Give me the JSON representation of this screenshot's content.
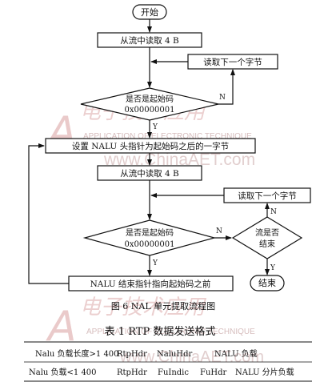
{
  "flowchart": {
    "start": "开始",
    "read4b_1": "从流中读取 4 B",
    "read_next_1": "读取下一个字节",
    "decision1_line1": "是否是起始码",
    "decision1_line2": "0x00000001",
    "label_n1": "N",
    "label_y1": "Y",
    "set_head": "设置 NALU 头指针为起始码之后的一字节",
    "read4b_2": "从流中读取 4 B",
    "read_next_2": "读取下一个字节",
    "decision2_line1": "是否是起始码",
    "decision2_line2": "0x00000001",
    "label_n2": "N",
    "label_y2": "Y",
    "decision3_line1": "流是否",
    "decision3_line2": "结束",
    "label_n3": "N",
    "label_y3": "Y",
    "set_end": "NALU 结束指针指向起始码之前",
    "end": "结束"
  },
  "figure_caption": "图 6   NAL 单元提取流程图",
  "table": {
    "caption": "表 1   RTP 数据发送格式",
    "rows": [
      [
        "Nalu 负载长度>1 400",
        "RtpHdr",
        "NaluHdr",
        "NALU 负载"
      ],
      [
        "Nalu 负载<1 400",
        "RtpHdr",
        "FuIndic",
        "FuHdr",
        "NALU 分片负载"
      ]
    ]
  },
  "watermark": {
    "logo_text": "电子技术应用",
    "english": "APPLICATION OF ELECTRONIC TECHNIQUE",
    "url": "www.ChinaAET.com"
  }
}
